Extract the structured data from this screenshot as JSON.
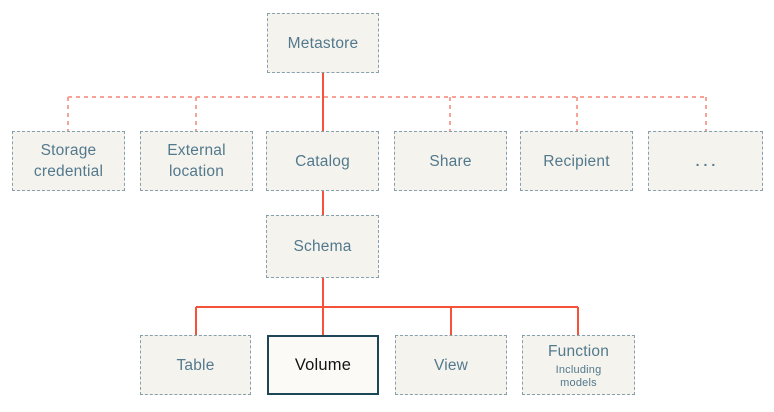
{
  "nodes": {
    "metastore": "Metastore",
    "storage_credential": "Storage credential",
    "external_location": "External location",
    "catalog": "Catalog",
    "share": "Share",
    "recipient": "Recipient",
    "more": "...",
    "schema": "Schema",
    "table": "Table",
    "volume": "Volume",
    "view": "View",
    "function": "Function",
    "function_note": "Including models"
  },
  "edges": [
    {
      "from": "metastore",
      "to": "storage_credential",
      "style": "dashed"
    },
    {
      "from": "metastore",
      "to": "external_location",
      "style": "dashed"
    },
    {
      "from": "metastore",
      "to": "catalog",
      "style": "solid"
    },
    {
      "from": "metastore",
      "to": "share",
      "style": "dashed"
    },
    {
      "from": "metastore",
      "to": "recipient",
      "style": "dashed"
    },
    {
      "from": "metastore",
      "to": "more",
      "style": "dashed"
    },
    {
      "from": "catalog",
      "to": "schema",
      "style": "solid"
    },
    {
      "from": "schema",
      "to": "table",
      "style": "solid"
    },
    {
      "from": "schema",
      "to": "volume",
      "style": "solid"
    },
    {
      "from": "schema",
      "to": "view",
      "style": "solid"
    },
    {
      "from": "schema",
      "to": "function",
      "style": "solid"
    }
  ],
  "highlighted_node": "volume",
  "colors": {
    "solid_connector": "#f4533a",
    "dashed_connector": "#f9a396",
    "node_border": "#86a0ad",
    "node_fill": "#f5f3ee",
    "node_text": "#52798c",
    "highlight_border": "#1d4656",
    "highlight_text": "#141414",
    "highlight_fill": "#fbfaf6",
    "background": "#ffffff"
  }
}
